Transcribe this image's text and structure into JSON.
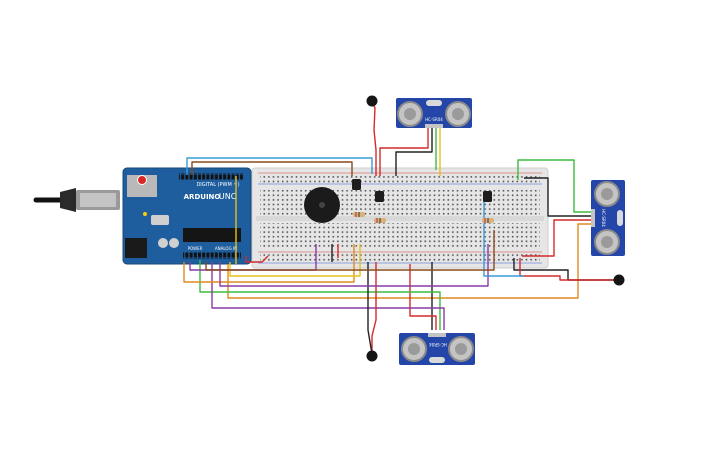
{
  "board": {
    "brand_label": "ARDUINO",
    "model_label": "UNO",
    "digital_label": "DIGITAL (PWM ~)",
    "power_label": "POWER",
    "analog_label": "ANALOG IN"
  },
  "sensors": {
    "top": {
      "part_label": "HC-SR04"
    },
    "right": {
      "part_label": "HC-SR04"
    },
    "bottom": {
      "part_label": "HC-SR04"
    }
  },
  "colors": {
    "board": "#1f5e9e",
    "breadboard": "#e6e6e6",
    "sensor_board": "#2346a8",
    "wire_red": "#d42a2a",
    "wire_black": "#222222",
    "wire_green": "#3dbb3d",
    "wire_blue": "#3a9ad9",
    "wire_yellow": "#e6c11a",
    "wire_orange": "#e08a1e",
    "wire_purple": "#8a3aa8",
    "wire_brown": "#8a4a1e"
  }
}
